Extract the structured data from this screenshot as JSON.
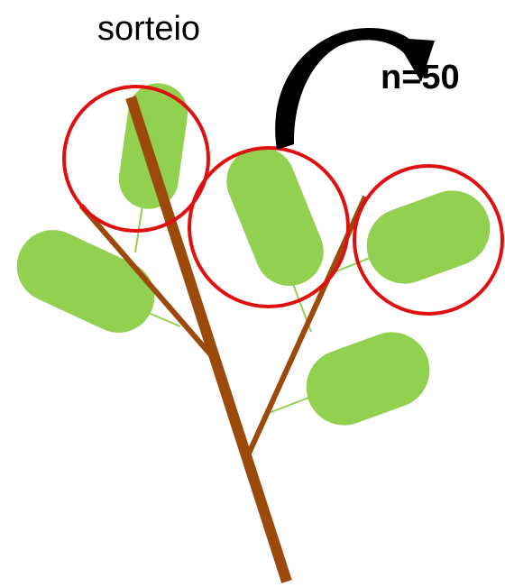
{
  "labels": {
    "sorteio": "sorteio",
    "n": "n=50"
  },
  "colors": {
    "branch": "#9B4A0C",
    "leaf": "#92D050",
    "petiole": "#92D050",
    "circle": "#E01010",
    "arrow": "#000000",
    "background": "#FFFFFF"
  },
  "diagram": {
    "leaf_count": 5,
    "sampled_leaf_count": 3,
    "icons": [
      "curved-arrow-icon"
    ]
  }
}
